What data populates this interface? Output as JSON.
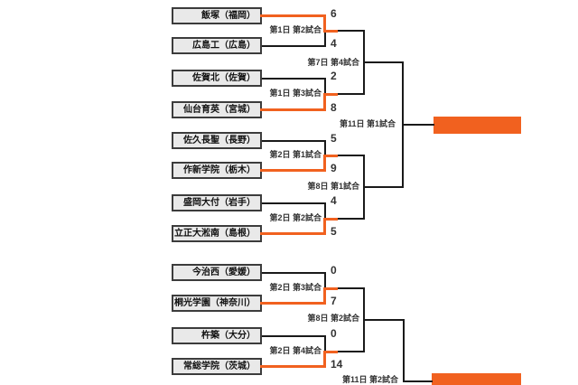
{
  "bracket": {
    "teams": [
      {
        "name": "飯塚（福岡）",
        "score": "6",
        "winner": true
      },
      {
        "name": "広島工（広島）",
        "score": "4",
        "winner": false
      },
      {
        "name": "佐賀北（佐賀）",
        "score": "2",
        "winner": false
      },
      {
        "name": "仙台育英（宮城）",
        "score": "8",
        "winner": true
      },
      {
        "name": "佐久長聖（長野）",
        "score": "5",
        "winner": false
      },
      {
        "name": "作新学院（栃木）",
        "score": "9",
        "winner": true
      },
      {
        "name": "盛岡大付（岩手）",
        "score": "4",
        "winner": false
      },
      {
        "name": "立正大淞南（島根）",
        "score": "5",
        "winner": true
      },
      {
        "name": "今治西（愛媛）",
        "score": "0",
        "winner": false
      },
      {
        "name": "桐光学園（神奈川）",
        "score": "7",
        "winner": true
      },
      {
        "name": "杵築（大分）",
        "score": "0",
        "winner": false
      },
      {
        "name": "常総学院（茨城）",
        "score": "14",
        "winner": true
      }
    ],
    "round1_labels": [
      "第1日 第2試合",
      "第1日 第3試合",
      "第2日 第1試合",
      "第2日 第2試合",
      "第2日 第3試合",
      "第2日 第4試合"
    ],
    "round2_labels": [
      "第7日 第4試合",
      "第8日 第1試合",
      "第8日 第2試合"
    ],
    "round3_labels": [
      "第11日 第1試合",
      "第11日 第2試合"
    ],
    "colors": {
      "accent_orange": "#f1611f",
      "box_fill": "#e9e9e9",
      "box_border": "#3c3c3c",
      "line_black": "#1a1a1a"
    }
  }
}
